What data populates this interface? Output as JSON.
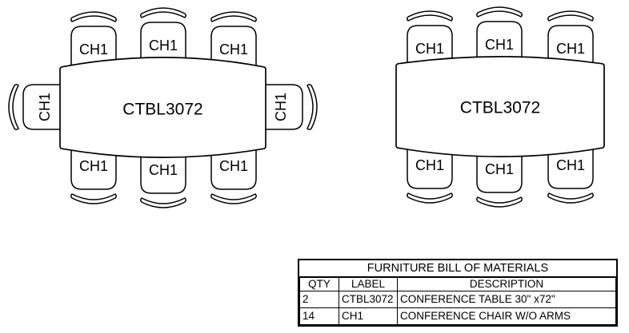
{
  "diagram": {
    "chair_label": "CH1",
    "tables": [
      {
        "label": "CTBL3072",
        "chair_count": 8
      },
      {
        "label": "CTBL3072",
        "chair_count": 6
      }
    ]
  },
  "bom": {
    "title": "FURNITURE BILL OF MATERIALS",
    "columns": [
      "QTY",
      "LABEL",
      "DESCRIPTION"
    ],
    "rows": [
      {
        "qty": "2",
        "label": "CTBL3072",
        "description": "CONFERENCE TABLE 30\" x72\""
      },
      {
        "qty": "14",
        "label": "CH1",
        "description": "CONFERENCE CHAIR W/O ARMS"
      }
    ]
  }
}
